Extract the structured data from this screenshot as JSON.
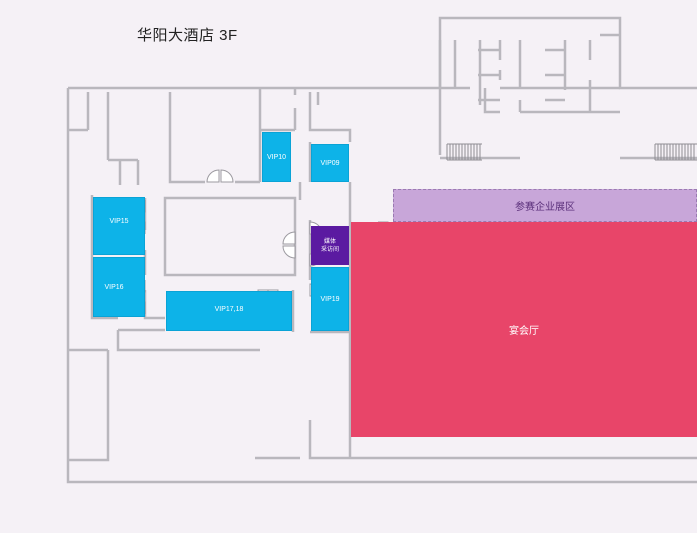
{
  "map": {
    "title": "华阳大酒店 3F",
    "rooms": {
      "vip10": "VIP10",
      "vip09": "VIP09",
      "vip15": "VIP15",
      "vip16": "VIP16",
      "vip17_18": "VIP17,18",
      "vip19": "VIP19",
      "media_line1": "媒体",
      "media_line2": "采访间",
      "expo": "参赛企业展区",
      "banquet": "宴会厅"
    },
    "colors": {
      "vip": "#0db3e8",
      "media": "#5b1aa1",
      "expo": "#c8a6d9",
      "banquet": "#e84569",
      "wall": "#b9b7bd",
      "background": "#f5f1f6"
    }
  }
}
